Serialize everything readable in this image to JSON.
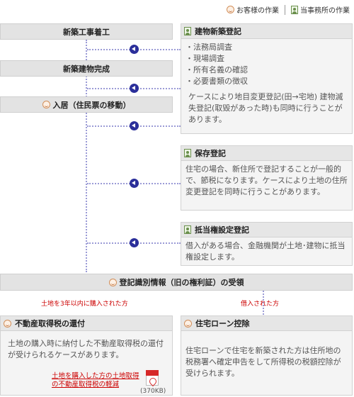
{
  "legend": {
    "client_label": "お客様の作業",
    "office_label": "当事務所の作業"
  },
  "left_steps": {
    "construction_start": "新築工事着工",
    "construction_complete": "新築建物完成",
    "move_in": "入居（住民票の移動）"
  },
  "building_registration": {
    "title": "建物新築登記",
    "items": [
      "法務局調査",
      "現場調査",
      "所有名義の確認",
      "必要書類の徴収"
    ],
    "note": "ケースにより地目変更登記(田→宅地) 建物滅失登記(取毀があった時)も同時に行うことがあります。"
  },
  "preservation_registration": {
    "title": "保存登記",
    "text": "住宅の場合、新住所で登記することが一般的で、節税になります。ケースにより土地の住所変更登記を同時に行うことがあります。"
  },
  "mortgage_registration": {
    "title": "抵当権設定登記",
    "text": "借入がある場合、金融機関が土地･建物に抵当権設定します。"
  },
  "certificate_receipt": {
    "title": "登記識別情報（旧の権利証）の受領"
  },
  "branch_notes": {
    "left": "土地を3年以内に購入された方",
    "right": "借入された方"
  },
  "tax_refund": {
    "title": "不動産取得税の還付",
    "text": "土地の購入時に納付した不動産取得税の還付が受けられるケースがあります。",
    "link_line1": "土地を購入した方の土地取得",
    "link_line2": "の不動産取得税の軽減",
    "pdf_size": "(370KB)"
  },
  "loan_deduction": {
    "title": "住宅ローン控除",
    "text": "住宅ローンで住宅を新築された方は住所地の税務署へ確定申告をして所得税の税額控除が受けられます。"
  }
}
